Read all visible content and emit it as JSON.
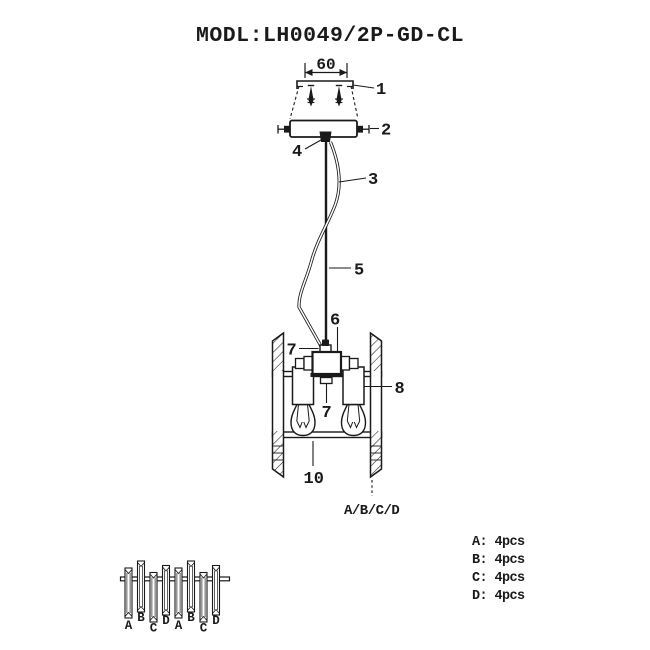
{
  "title": "MODL:LH0049/2P-GD-CL",
  "diagram": {
    "dimension_label": "60",
    "callouts": {
      "bracket": "1",
      "canopy": "2",
      "cord": "3",
      "connector": "4",
      "wire": "5",
      "body": "6",
      "fastener_top": "7",
      "fastener_bottom": "7",
      "socket": "8",
      "bottom_bar": "10",
      "panels": "A/B/C/D"
    }
  },
  "crystal_arrangement": {
    "labels": [
      "A",
      "B",
      "C",
      "D",
      "A",
      "B",
      "C",
      "D"
    ]
  },
  "parts_list": {
    "items": [
      {
        "text": "A: 4pcs"
      },
      {
        "text": "B: 4pcs"
      },
      {
        "text": "C: 4pcs"
      },
      {
        "text": "D: 4pcs"
      }
    ]
  }
}
